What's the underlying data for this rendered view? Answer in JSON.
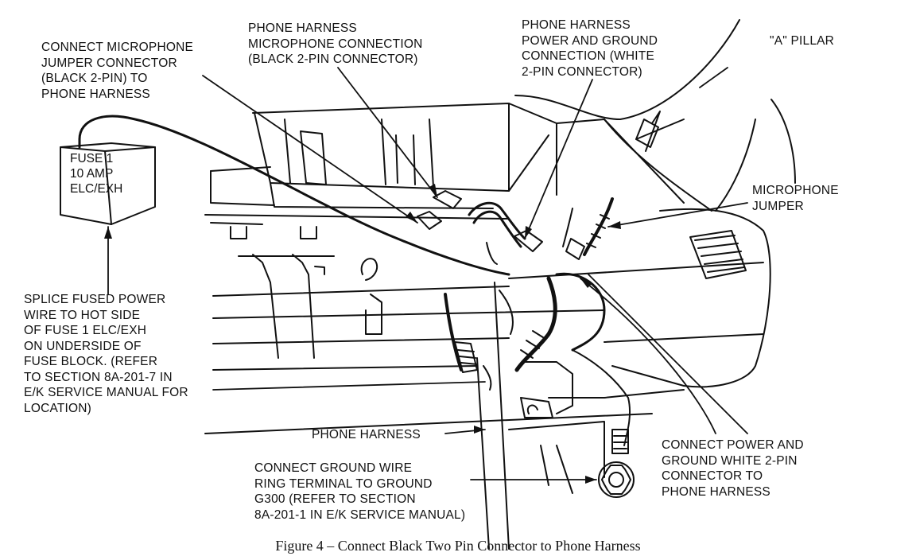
{
  "labels": {
    "mic_jumper_connector": "CONNECT MICROPHONE\nJUMPER CONNECTOR\n(BLACK 2-PIN) TO\nPHONE HARNESS",
    "harness_mic_connection": "PHONE HARNESS\nMICROPHONE CONNECTION\n(BLACK 2-PIN CONNECTOR)",
    "harness_power_ground": "PHONE HARNESS\nPOWER AND GROUND\nCONNECTION (WHITE\n2-PIN CONNECTOR)",
    "a_pillar": "\"A\" PILLAR",
    "microphone_jumper": "MICROPHONE\nJUMPER",
    "fuse": "FUSE 1\n10 AMP\nELC/EXH",
    "splice_power": "SPLICE FUSED POWER\nWIRE TO HOT SIDE\nOF FUSE 1 ELC/EXH\nON UNDERSIDE OF\nFUSE BLOCK. (REFER\nTO SECTION 8A-201-7 IN\nE/K SERVICE MANUAL FOR\nLOCATION)",
    "phone_harness": "PHONE HARNESS",
    "connect_power_ground": "CONNECT POWER AND\nGROUND WHITE 2-PIN\nCONNECTOR TO\nPHONE HARNESS",
    "ground_wire": "CONNECT GROUND WIRE\nRING TERMINAL TO GROUND\nG300 (REFER TO SECTION\n8A-201-1 IN E/K SERVICE MANUAL)"
  },
  "caption": "Figure 4 – Connect Black Two Pin Connector to Phone Harness"
}
